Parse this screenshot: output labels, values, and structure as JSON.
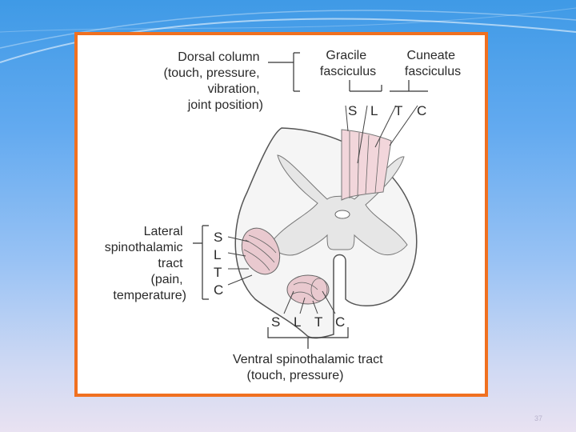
{
  "slide_number": "37",
  "diagram": {
    "dorsal_column": [
      "Dorsal column",
      "(touch, pressure,",
      "vibration,",
      "joint position)"
    ],
    "gracile": [
      "Gracile",
      "fasciculus"
    ],
    "cuneate": [
      "Cuneate",
      "fasciculus"
    ],
    "dorsal_letters": [
      "S",
      "L",
      "T",
      "C"
    ],
    "lateral_tract": [
      "Lateral",
      "spinothalamic",
      "tract",
      "(pain,",
      "temperature)"
    ],
    "lateral_letters": [
      "S",
      "L",
      "T",
      "C"
    ],
    "ventral_letters": [
      "S",
      "L",
      "T",
      "C"
    ],
    "ventral_tract": [
      "Ventral spinothalamic tract",
      "(touch, pressure)"
    ]
  },
  "colors": {
    "frame": "#f07020",
    "tract_fill": "#f2d6db",
    "grey_matter": "#e8e8e8"
  }
}
